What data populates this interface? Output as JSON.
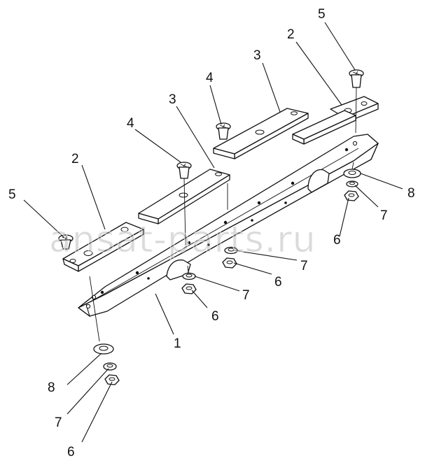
{
  "watermark": "ansat-parts.ru",
  "callouts": {
    "c1": "1",
    "c2a": "2",
    "c2b": "2",
    "c3a": "3",
    "c3b": "3",
    "c4a": "4",
    "c4b": "4",
    "c5a": "5",
    "c5b": "5",
    "c6a": "6",
    "c6b": "6",
    "c6c": "6",
    "c6d": "6",
    "c7a": "7",
    "c7b": "7",
    "c7c": "7",
    "c7d": "7",
    "c8a": "8",
    "c8b": "8"
  }
}
